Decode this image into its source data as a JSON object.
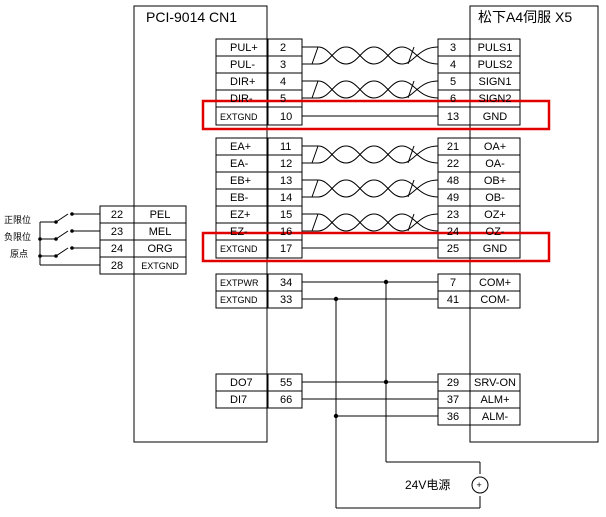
{
  "left_connector_title": "PCI-9014 CN1",
  "right_connector_title": "松下A4伺服 X5",
  "pci_pins": [
    {
      "name": "PUL+",
      "pin": "2"
    },
    {
      "name": "PUL-",
      "pin": "3"
    },
    {
      "name": "DIR+",
      "pin": "4"
    },
    {
      "name": "DIR-",
      "pin": "5"
    },
    {
      "name": "EXTGND",
      "pin": "10"
    },
    {
      "name": "EA+",
      "pin": "11"
    },
    {
      "name": "EA-",
      "pin": "12"
    },
    {
      "name": "EB+",
      "pin": "13"
    },
    {
      "name": "EB-",
      "pin": "14"
    },
    {
      "name": "EZ+",
      "pin": "15"
    },
    {
      "name": "EZ-",
      "pin": "16"
    },
    {
      "name": "EXTGND",
      "pin": "17"
    },
    {
      "name": "EXTPWR",
      "pin": "34"
    },
    {
      "name": "EXTGND",
      "pin": "33"
    },
    {
      "name": "DO7",
      "pin": "55"
    },
    {
      "name": "DI7",
      "pin": "66"
    }
  ],
  "servo_pins": [
    {
      "pin": "3",
      "name": "PULS1"
    },
    {
      "pin": "4",
      "name": "PULS2"
    },
    {
      "pin": "5",
      "name": "SIGN1"
    },
    {
      "pin": "6",
      "name": "SIGN2"
    },
    {
      "pin": "13",
      "name": "GND"
    },
    {
      "pin": "21",
      "name": "OA+"
    },
    {
      "pin": "22",
      "name": "OA-"
    },
    {
      "pin": "48",
      "name": "OB+"
    },
    {
      "pin": "49",
      "name": "OB-"
    },
    {
      "pin": "23",
      "name": "OZ+"
    },
    {
      "pin": "24",
      "name": "OZ-"
    },
    {
      "pin": "25",
      "name": "GND"
    },
    {
      "pin": "7",
      "name": "COM+"
    },
    {
      "pin": "41",
      "name": "COM-"
    },
    {
      "pin": "29",
      "name": "SRV-ON"
    },
    {
      "pin": "37",
      "name": "ALM+"
    },
    {
      "pin": "36",
      "name": "ALM-"
    }
  ],
  "limit_pins": [
    {
      "pin": "22",
      "name": "PEL"
    },
    {
      "pin": "23",
      "name": "MEL"
    },
    {
      "pin": "24",
      "name": "ORG"
    },
    {
      "pin": "28",
      "name": "EXTGND"
    }
  ],
  "switch_labels": [
    "正限位",
    "负限位",
    "原点"
  ],
  "power_supply_label": "24V电源",
  "highlight_color": "#e00000"
}
